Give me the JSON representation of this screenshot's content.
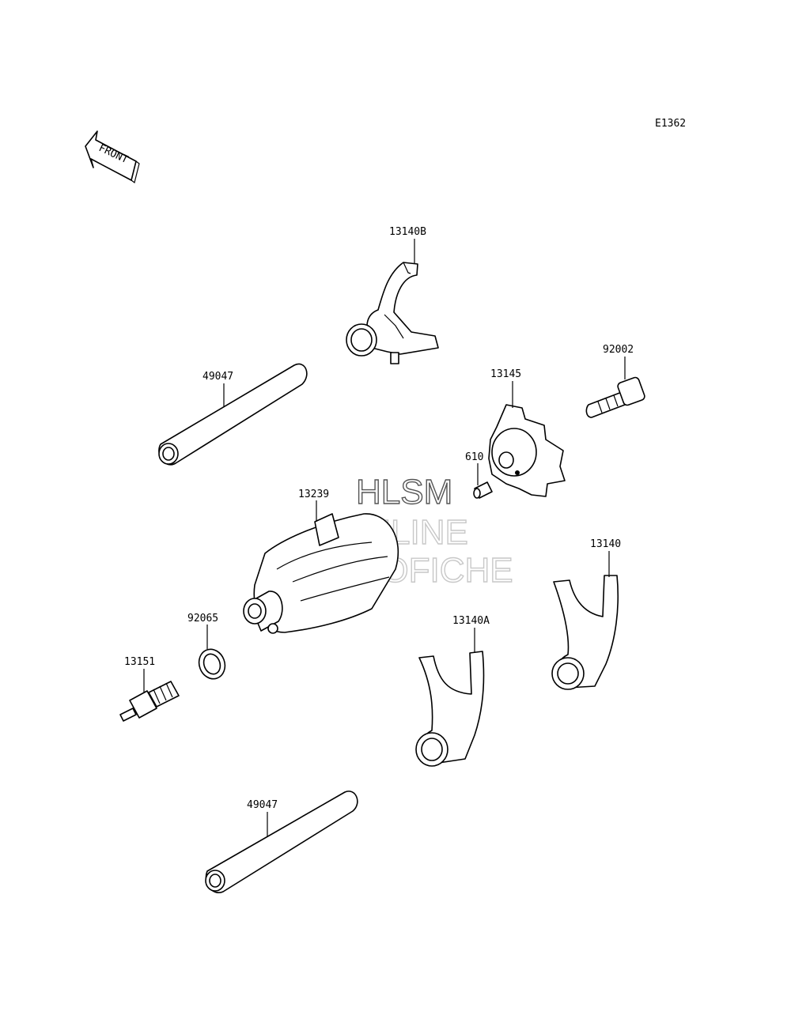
{
  "diagram_code": "E1362",
  "front_arrow": {
    "label": "FRONT",
    "icon": "front-arrow-icon"
  },
  "watermark": {
    "line1": "HLSM",
    "line2": "ONLINE",
    "line3": "MICROFICHE"
  },
  "parts": {
    "shift_fork_b": "13140B",
    "shaft_upper": "49047",
    "bolt": "92002",
    "drum_cam": "13145",
    "pin": "610",
    "shift_drum": "13239",
    "shift_fork": "13140",
    "washer": "92065",
    "shift_fork_a": "13140A",
    "neutral_switch": "13151",
    "shaft_lower": "49047"
  },
  "colors": {
    "line": "#000000",
    "background": "#ffffff"
  }
}
